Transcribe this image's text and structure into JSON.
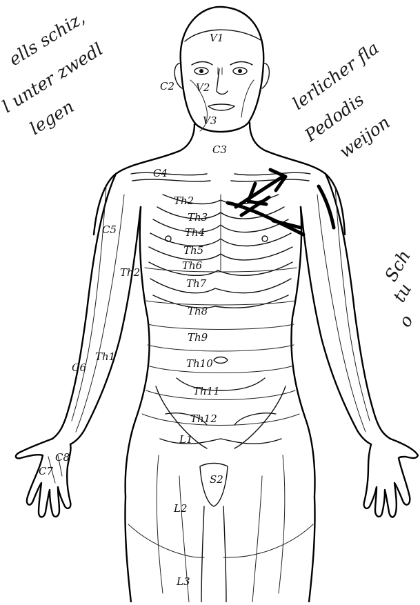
{
  "figure": {
    "labels": {
      "V1": "V1",
      "V2": "V2",
      "V3": "V3",
      "C2": "C2",
      "C3": "C3",
      "C4": "C4",
      "C5": "C5",
      "C6": "C6",
      "C7": "C7",
      "C8": "C8",
      "Th1": "Th1",
      "Th2": "Th2",
      "Th2_arm": "Th2",
      "Th3": "Th3",
      "Th4": "Th4",
      "Th5": "Th5",
      "Th6": "Th6",
      "Th7": "Th7",
      "Th8": "Th8",
      "Th9": "Th9",
      "Th10": "Th10",
      "Th11": "Th11",
      "Th12": "Th12",
      "L1": "L1",
      "L2": "L2",
      "L3": "L3",
      "S2": "S2"
    },
    "handwriting": {
      "left": [
        "ells schiz,",
        "l unter zwedl",
        "legen"
      ],
      "right_top": [
        "lerlicher fla",
        "Pedodis",
        "weijon"
      ],
      "right_mid": [
        "Sch",
        "tu",
        "o"
      ]
    }
  }
}
